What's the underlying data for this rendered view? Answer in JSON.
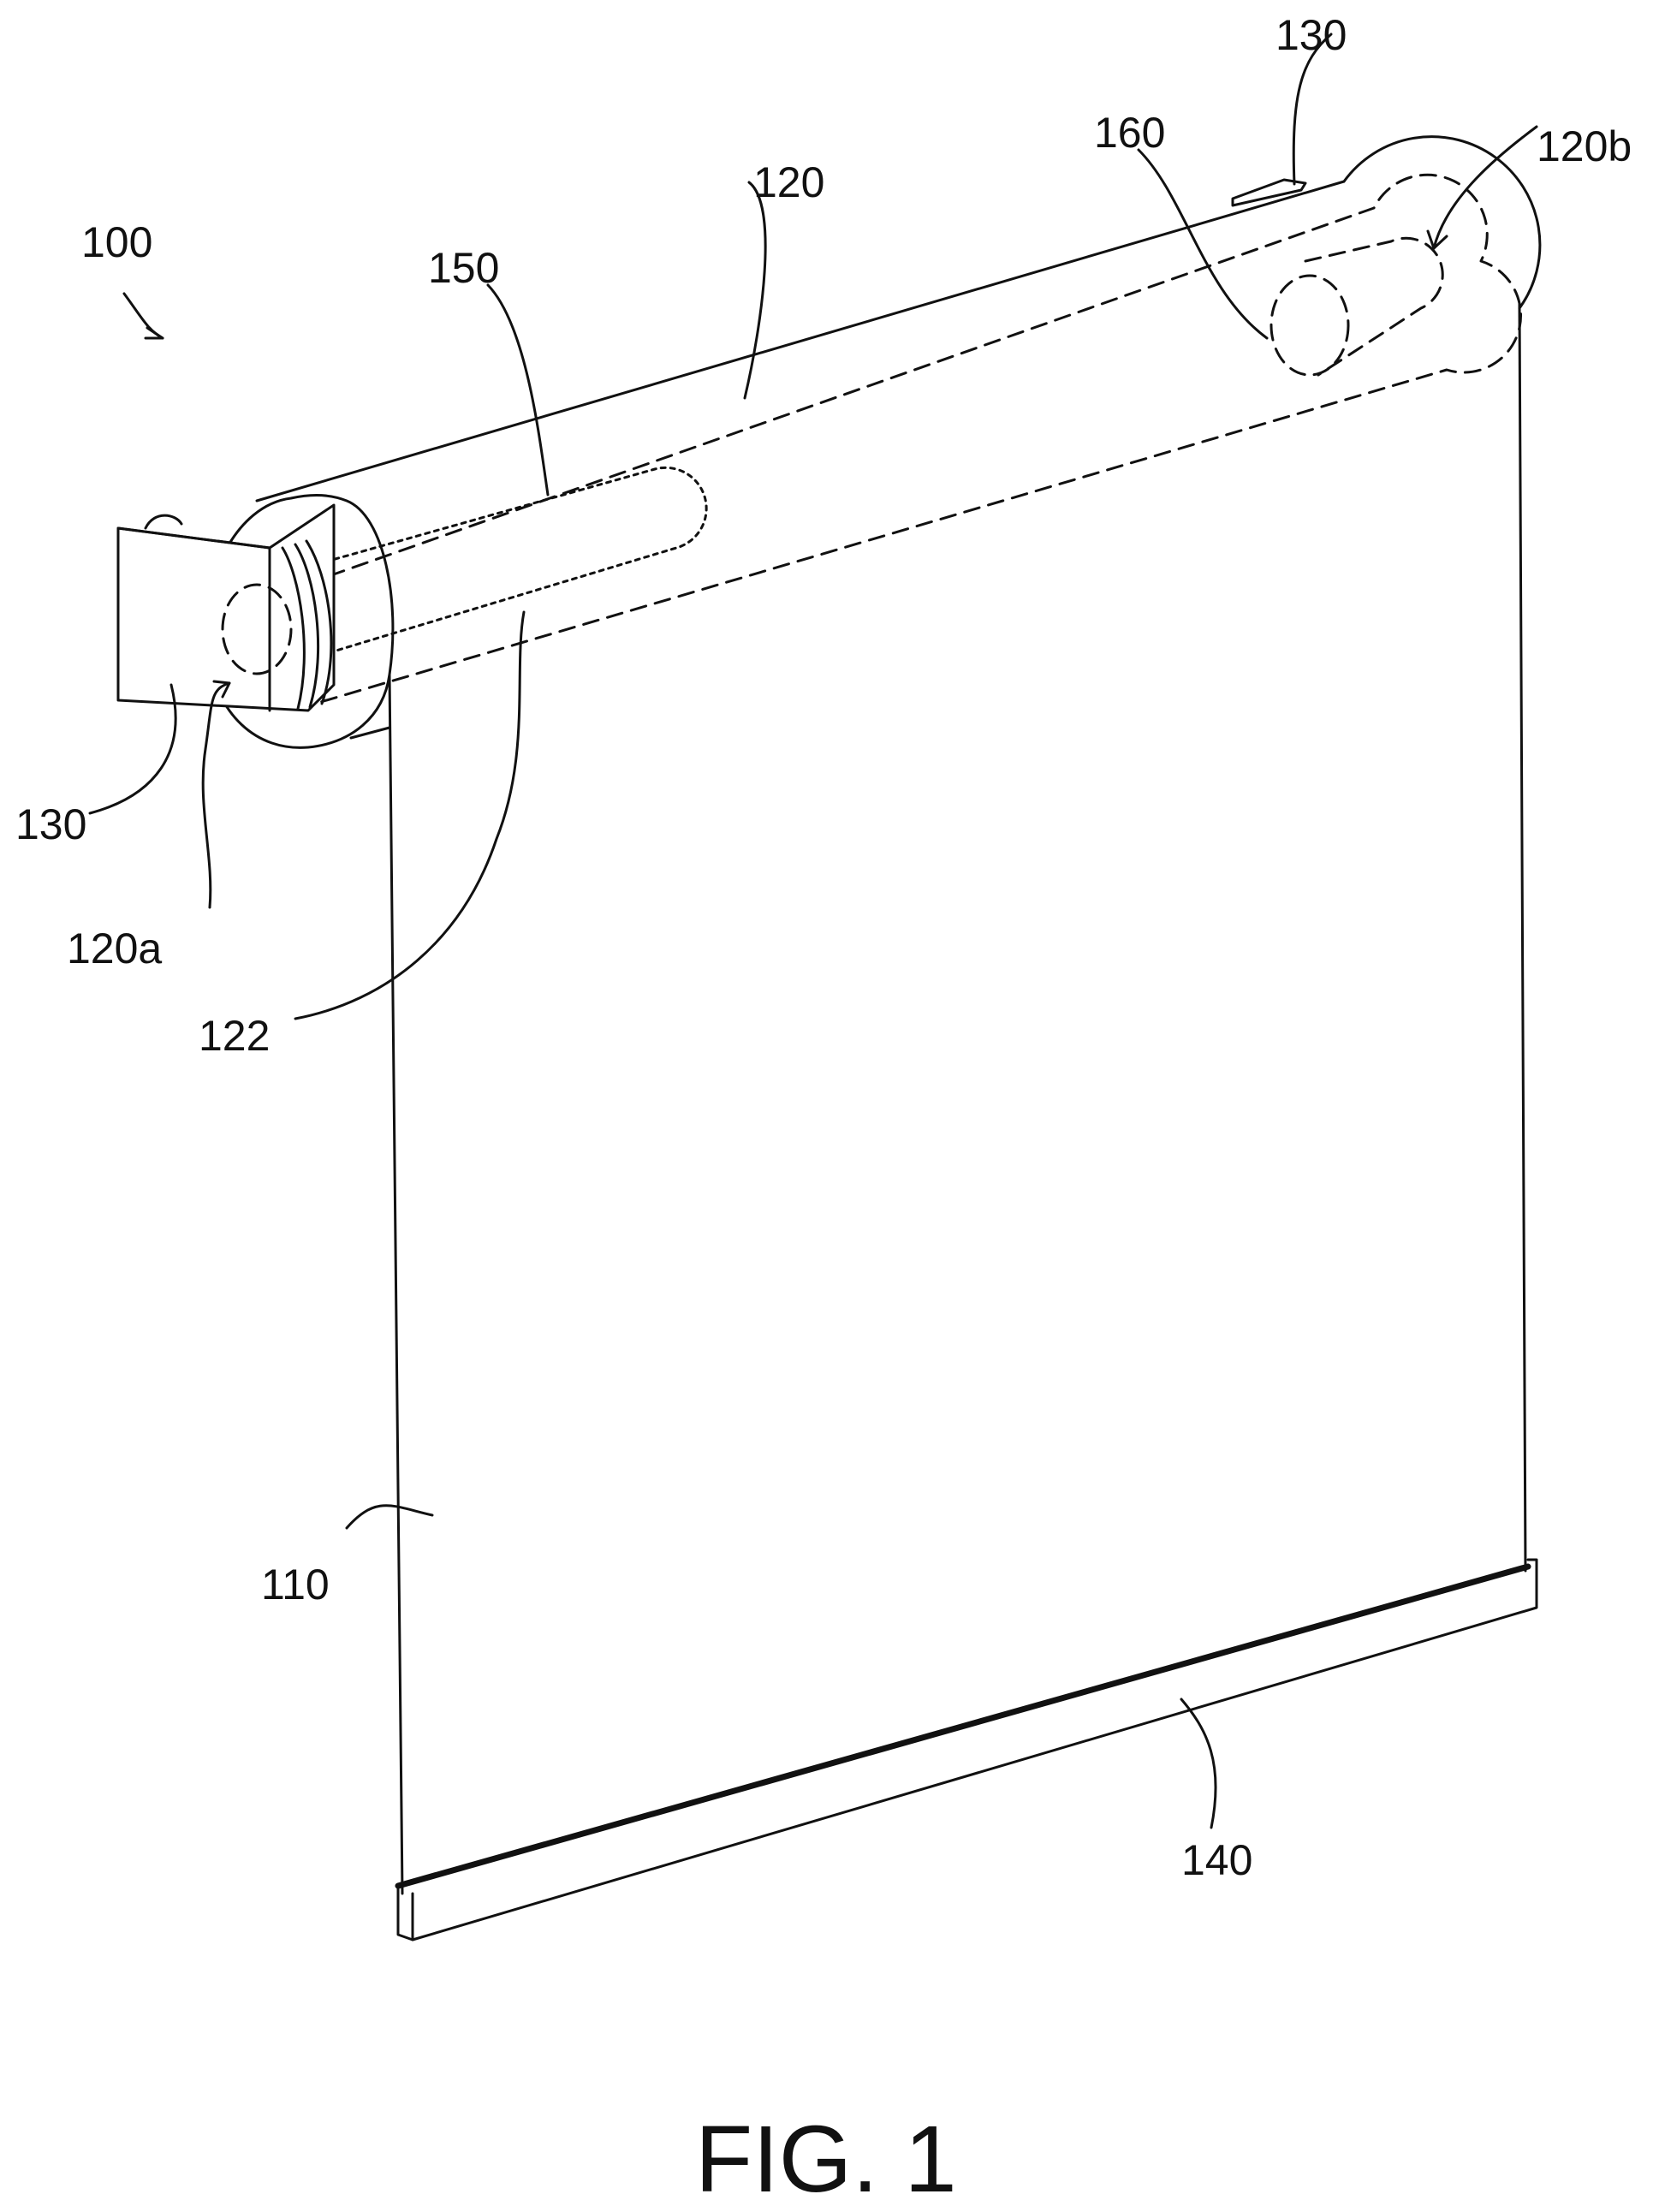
{
  "figure": {
    "caption": "FIG. 1",
    "labels": {
      "assembly": "100",
      "roller_tube": "120",
      "tube_first_end": "120a",
      "tube_second_end": "120b",
      "tube_interior": "122",
      "bracket_left": "130",
      "bracket_right": "130",
      "shade_fabric": "110",
      "hem_bar": "140",
      "drive_unit": "150",
      "end_plug": "160"
    }
  }
}
